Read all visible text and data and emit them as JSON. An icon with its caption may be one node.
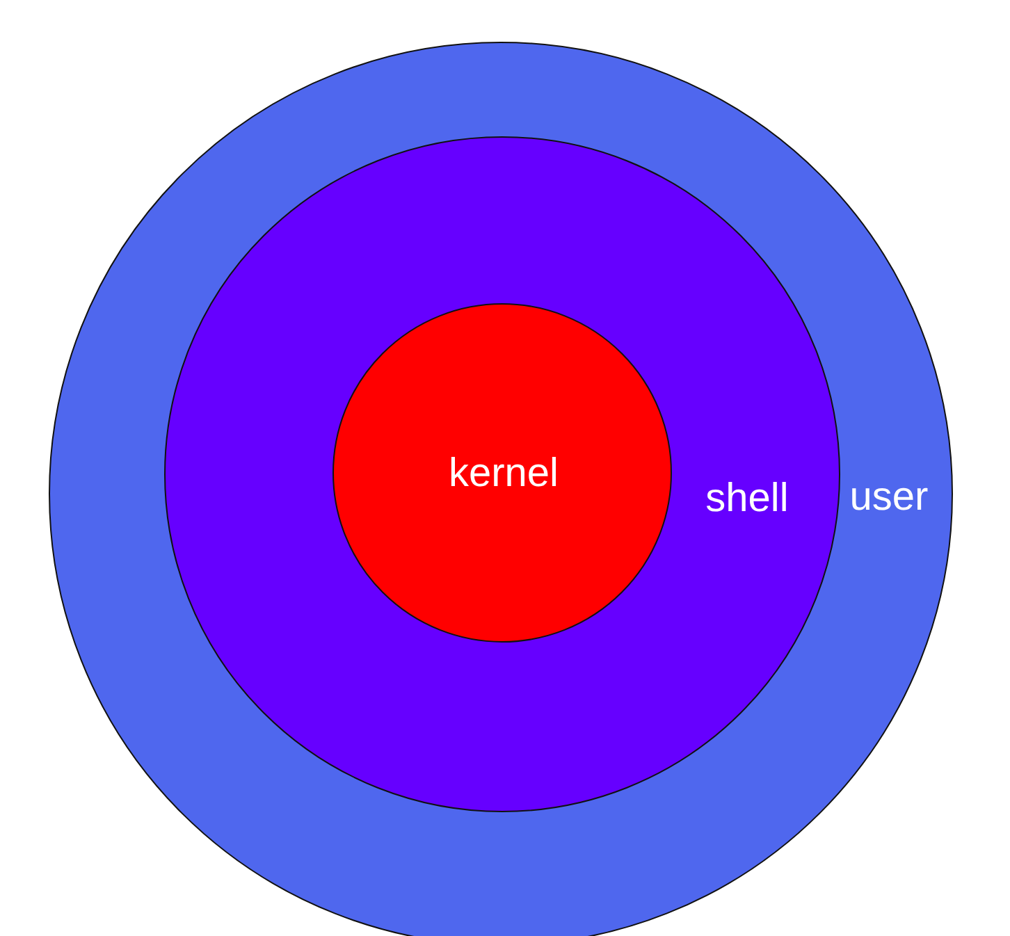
{
  "diagram": {
    "nodes": [
      {
        "text": [
          "user"
        ]
      },
      {
        "text": [
          "shell"
        ],
        "in": 0
      },
      {
        "text": [
          "kernel"
        ],
        "in": 1
      }
    ]
  }
}
